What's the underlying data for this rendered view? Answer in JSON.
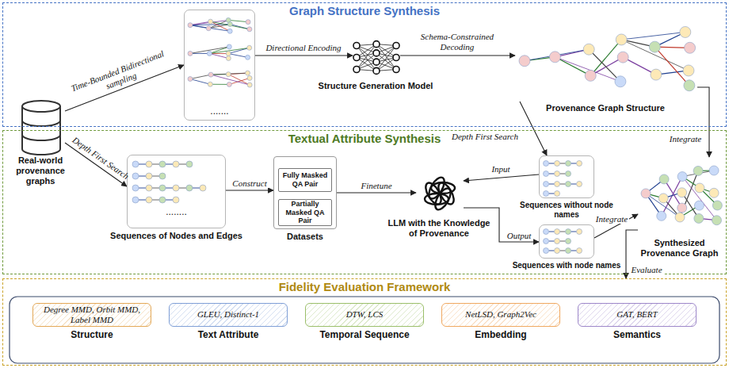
{
  "diagram": {
    "nodes": [
      {
        "text": [
          "Graph Structure Synthesis"
        ]
      },
      {
        "text": [
          "Textual Attribute Synthesis"
        ]
      },
      {
        "text": [
          "Fidelity Evaluation Framework"
        ]
      },
      {
        "text": [
          "......."
        ],
        "in": 0
      },
      {
        "text": [
          "Structure Generation Model"
        ],
        "in": 0
      },
      {
        "text": [
          "Provenance Graph Structure"
        ],
        "in": 0
      },
      {
        "text": [
          "Real-world provenance graphs"
        ]
      },
      {
        "text": [
          "........",
          "Sequences of Nodes and Edges"
        ],
        "in": 1
      },
      {
        "text": [
          "Datasets"
        ],
        "in": 1
      },
      {
        "text": [
          "Fully Masked QA Pair"
        ],
        "in": 8
      },
      {
        "text": [
          "Partially Masked QA Pair"
        ],
        "in": 8
      },
      {
        "text": [
          "LLM with the Knowledge of Provenance"
        ],
        "in": 1
      },
      {
        "text": [
          "Sequences without node names"
        ],
        "in": 1
      },
      {
        "text": [
          "Sequences with node names"
        ],
        "in": 1
      },
      {
        "text": [
          "Synthesized Provenance Graph"
        ],
        "in": 1
      },
      {
        "text": [
          "Degree MMD, Orbit MMD, Label MMD",
          "Structure"
        ],
        "in": 2
      },
      {
        "text": [
          "GLEU, Distinct-1",
          "Text Attribute"
        ],
        "in": 2
      },
      {
        "text": [
          "DTW, LCS",
          "Temporal Sequence"
        ],
        "in": 2
      },
      {
        "text": [
          "NetLSD, Graph2Vec",
          "Embedding"
        ],
        "in": 2
      },
      {
        "text": [
          "GAT, BERT",
          "Semantics"
        ],
        "in": 2
      }
    ],
    "edges": [
      {
        "from": 6,
        "to": 3,
        "label": "Time-Bounded Bidirectional sampling",
        "arrow": "to"
      },
      {
        "from": 3,
        "to": 4,
        "label": "Directional Encoding",
        "arrow": "to"
      },
      {
        "from": 4,
        "to": 5,
        "label": "Schema-Constrained Decoding",
        "arrow": "to"
      },
      {
        "from": 5,
        "to": 12,
        "label": "Depth First Search",
        "arrow": "to"
      },
      {
        "from": 5,
        "to": 14,
        "label": "Integrate",
        "arrow": "to"
      },
      {
        "from": 6,
        "to": 7,
        "label": "Depth First Search",
        "arrow": "to"
      },
      {
        "from": 7,
        "to": 8,
        "label": "Construct",
        "arrow": "to"
      },
      {
        "from": 8,
        "to": 11,
        "label": "Finetune",
        "arrow": "to"
      },
      {
        "from": 12,
        "to": 11,
        "label": "Input",
        "arrow": "to"
      },
      {
        "from": 11,
        "to": 13,
        "label": "Output",
        "arrow": "to"
      },
      {
        "from": 13,
        "to": 14,
        "label": "Integrate",
        "arrow": "to"
      },
      {
        "from": 14,
        "to": 2,
        "label": "Evaluate",
        "arrow": "to"
      }
    ]
  }
}
